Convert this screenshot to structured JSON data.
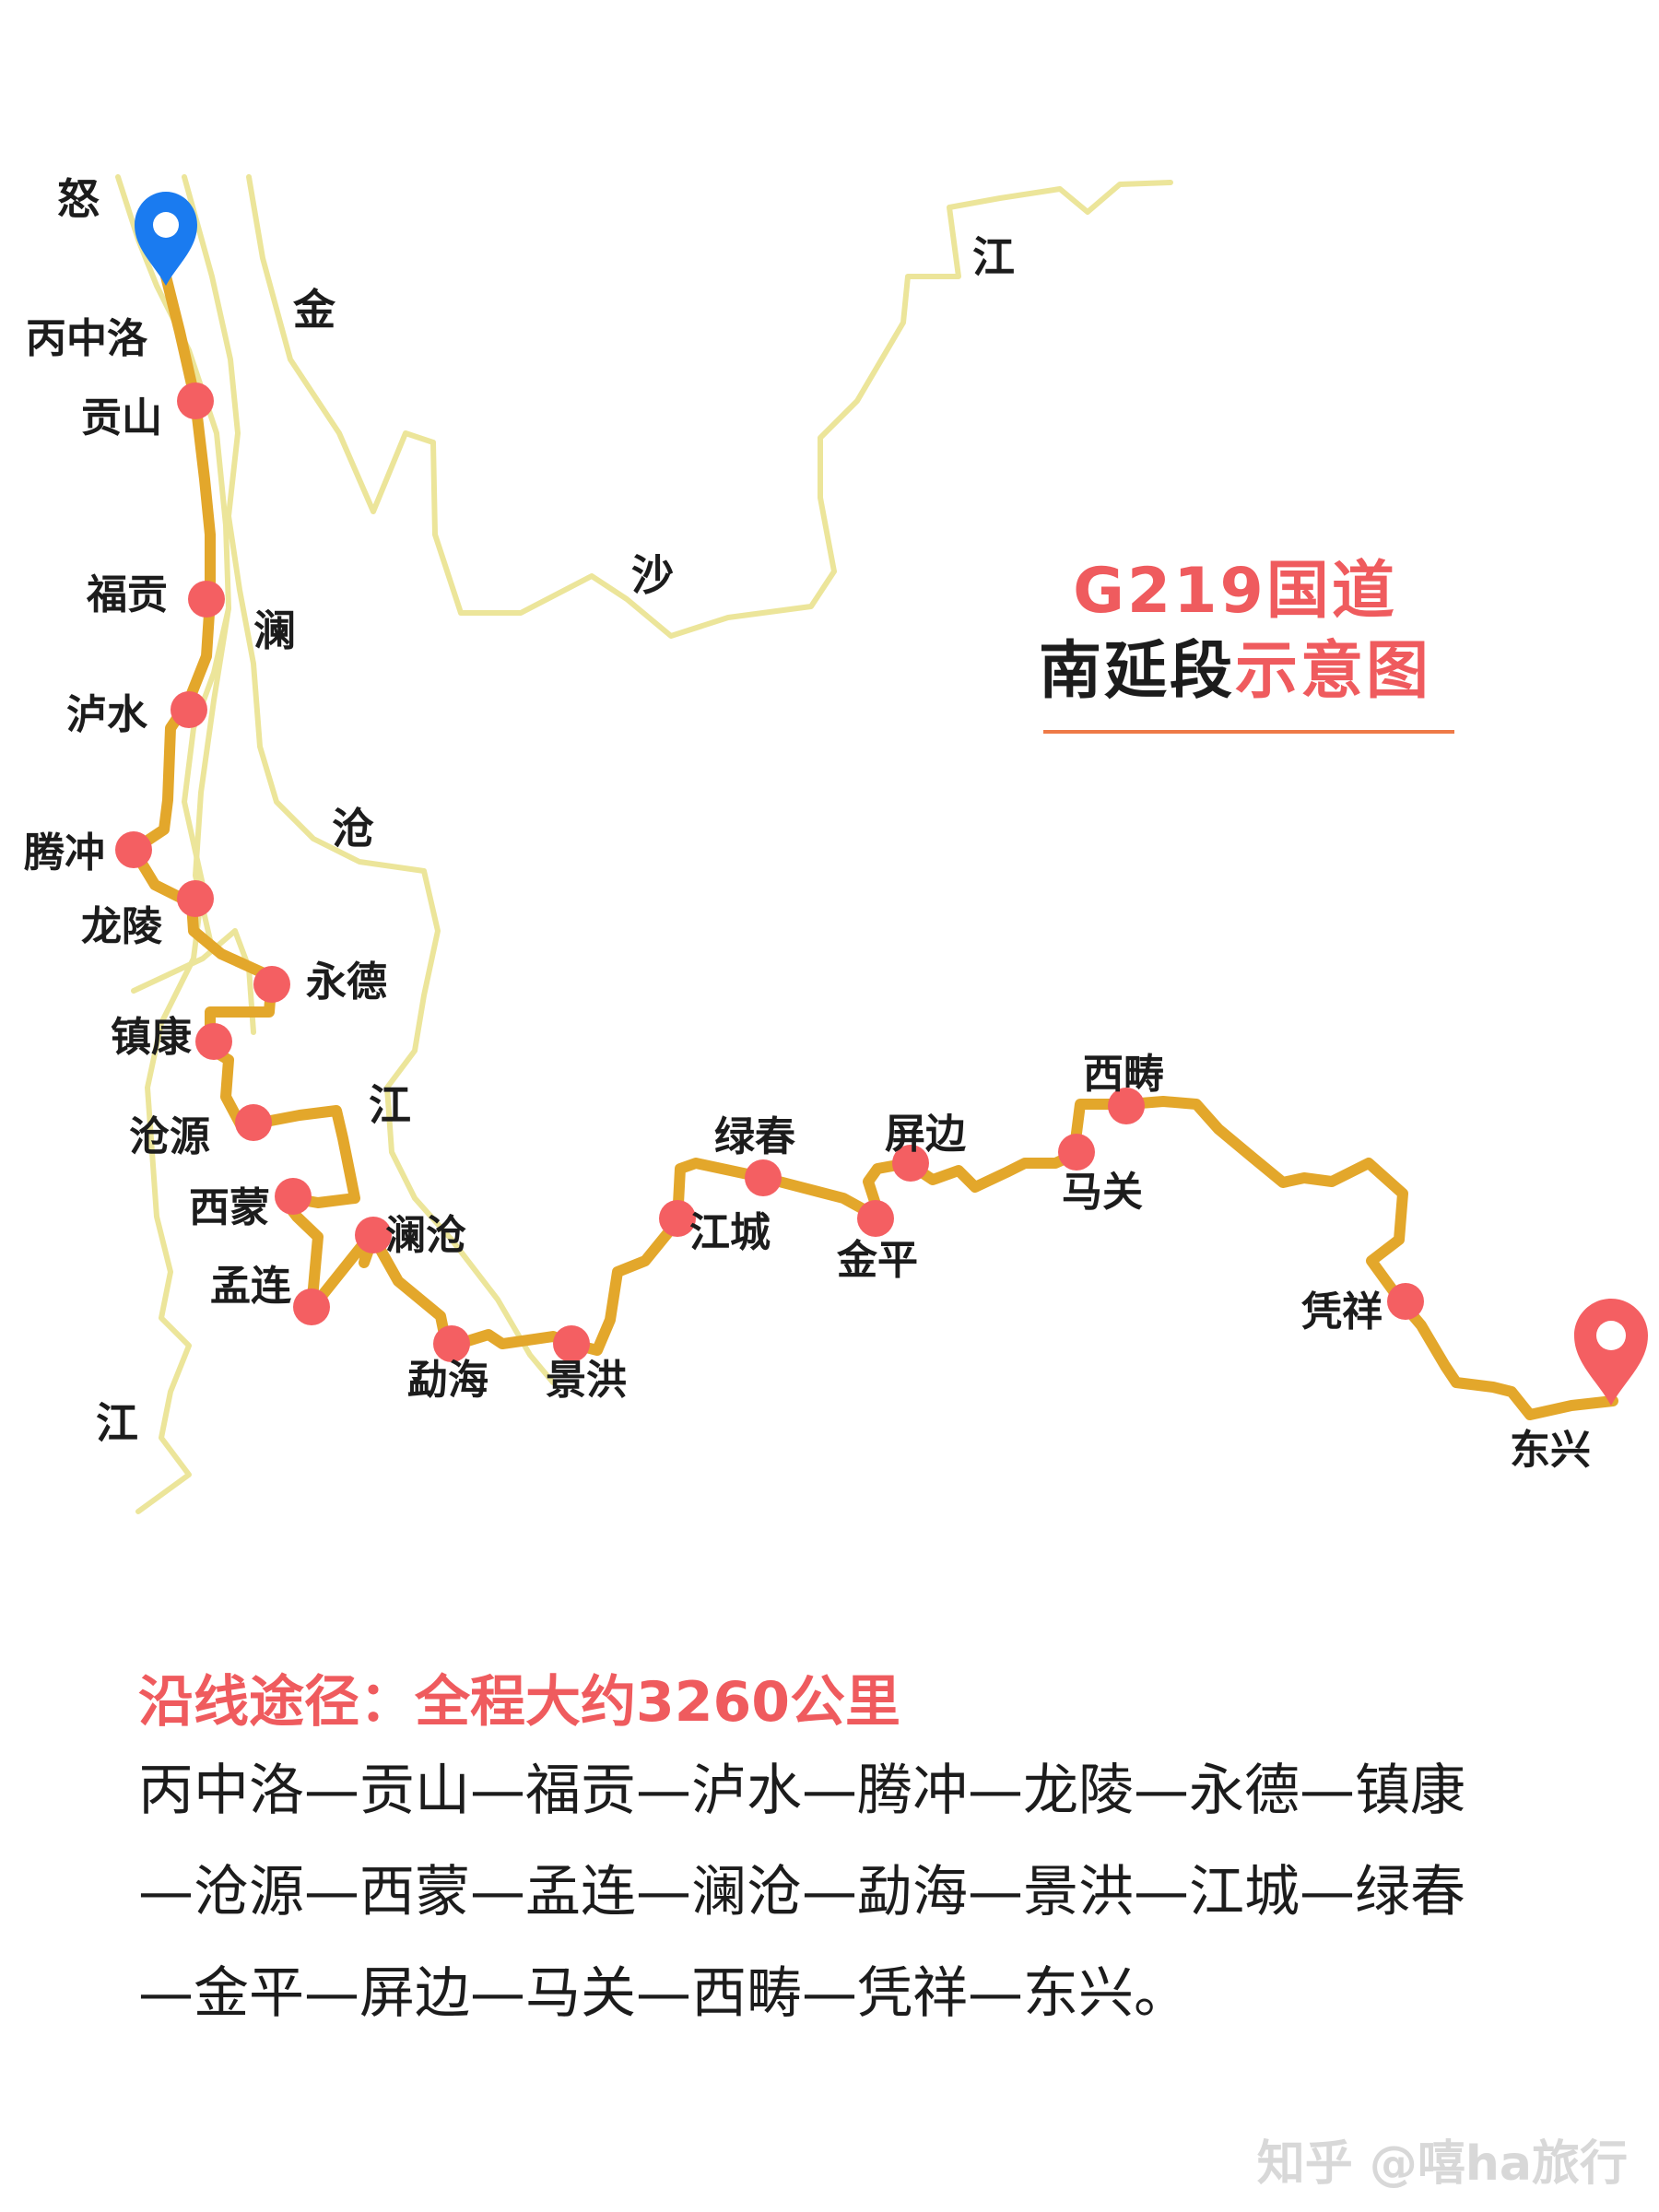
{
  "title": {
    "line1": "G219国道",
    "line2_main": "南延段",
    "line2_accent": "示意图"
  },
  "rivers": {
    "nu": [
      "怒",
      "江"
    ],
    "jinsha": [
      "金",
      "沙",
      "江"
    ],
    "lancang": [
      "澜",
      "沧",
      "江"
    ]
  },
  "stops": [
    "丙中洛",
    "贡山",
    "福贡",
    "泸水",
    "腾冲",
    "龙陵",
    "永德",
    "镇康",
    "沧源",
    "西蒙",
    "孟连",
    "澜沧",
    "勐海",
    "景洪",
    "江城",
    "绿春",
    "金平",
    "屏边",
    "马关",
    "西畴",
    "凭祥",
    "东兴"
  ],
  "route_heading": "沿线途径：全程大约3260公里",
  "route_text": "丙中洛—贡山—福贡—泸水—腾冲—龙陵—永德—镇康—沧源—西蒙—孟连—澜沧—勐海—景洪—江城—绿春—金平—屏边—马关—西畴—凭祥—东兴。",
  "watermark": "知乎 @嘻ha旅行",
  "colors": {
    "route": "#e3a72b",
    "river": "#ece59a",
    "stop": "#f45f62",
    "start_pin": "#1a7bf0",
    "end_pin": "#f45f62",
    "accent": "#ef5b5e"
  },
  "icons": {
    "start": "map-pin-icon",
    "end": "map-pin-icon"
  }
}
